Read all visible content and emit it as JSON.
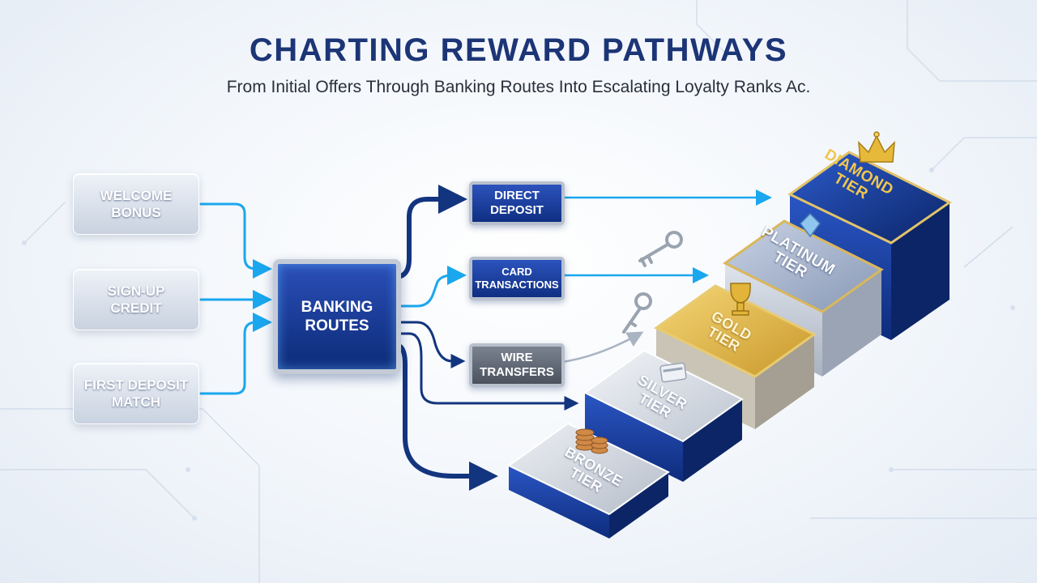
{
  "title": "CHARTING REWARD PATHWAYS",
  "subtitle": "From Initial Offers Through Banking Routes Into Escalating Loyalty Ranks Ac.",
  "offers": [
    {
      "label": "WELCOME\nBONUS"
    },
    {
      "label": "SIGN-UP\nCREDIT"
    },
    {
      "label": "FIRST DEPOSIT\nMATCH"
    }
  ],
  "hub": {
    "label": "BANKING\nROUTES"
  },
  "routes": [
    {
      "label": "DIRECT\nDEPOSIT"
    },
    {
      "label": "CARD\nTRANSACTIONS"
    },
    {
      "label": "WIRE\nTRANSFERS"
    }
  ],
  "tiers": [
    {
      "label": "BRONZE\nTIER",
      "icon": "coin-stack-icon"
    },
    {
      "label": "SILVER\nTIER",
      "icon": "card-icon"
    },
    {
      "label": "GOLD\nTIER",
      "icon": "trophy-icon"
    },
    {
      "label": "PLATINUM\nTIER",
      "icon": "diamond-icon"
    },
    {
      "label": "DIAMOND\nTIER",
      "icon": "crown-icon"
    }
  ],
  "colors": {
    "title": "#1c3576",
    "flow_light": "#1aa7ee",
    "flow_dark": "#13357f",
    "gold": "#d4a62a",
    "bronze_coin": "#c9793b"
  }
}
